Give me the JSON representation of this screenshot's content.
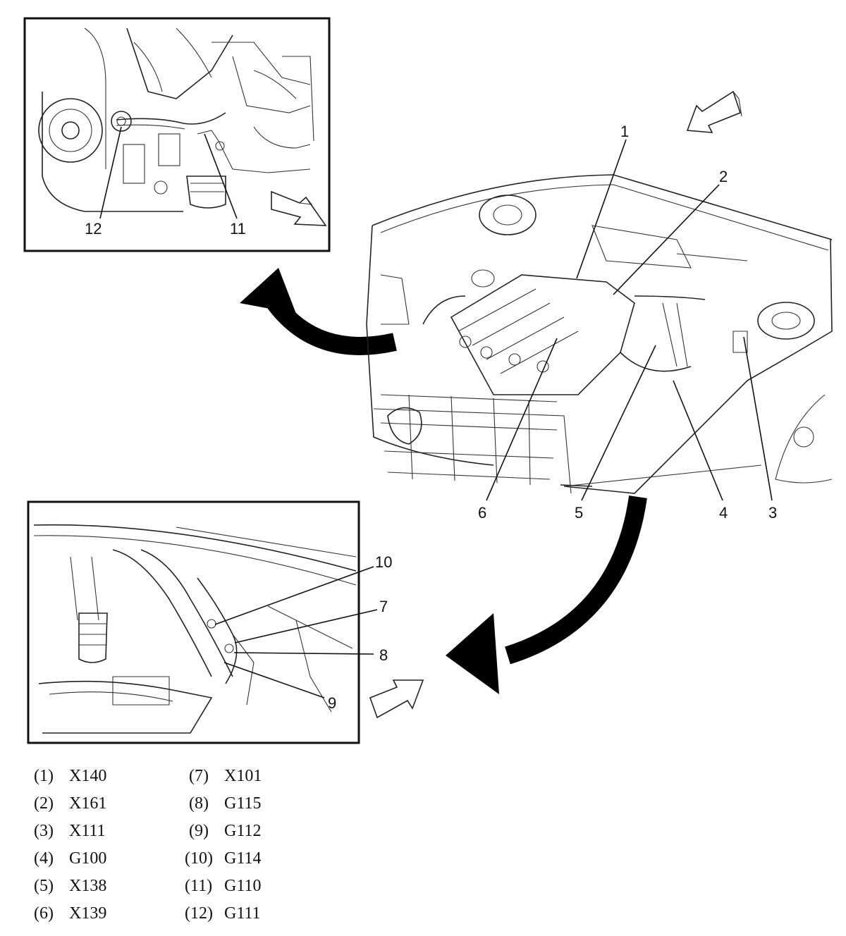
{
  "callouts": {
    "c1": "1",
    "c2": "2",
    "c3": "3",
    "c4": "4",
    "c5": "5",
    "c6": "6",
    "c7": "7",
    "c8": "8",
    "c9": "9",
    "c10": "10",
    "c11": "11",
    "c12": "12"
  },
  "legend": [
    {
      "num": "(1)",
      "code": "X140"
    },
    {
      "num": "(2)",
      "code": "X161"
    },
    {
      "num": "(3)",
      "code": "X111"
    },
    {
      "num": "(4)",
      "code": "G100"
    },
    {
      "num": "(5)",
      "code": "X138"
    },
    {
      "num": "(6)",
      "code": "X139"
    },
    {
      "num": "(7)",
      "code": "X101"
    },
    {
      "num": "(8)",
      "code": "G115"
    },
    {
      "num": "(9)",
      "code": "G112"
    },
    {
      "num": "(10)",
      "code": "G114"
    },
    {
      "num": "(11)",
      "code": "G110"
    },
    {
      "num": "(12)",
      "code": "G111"
    }
  ]
}
